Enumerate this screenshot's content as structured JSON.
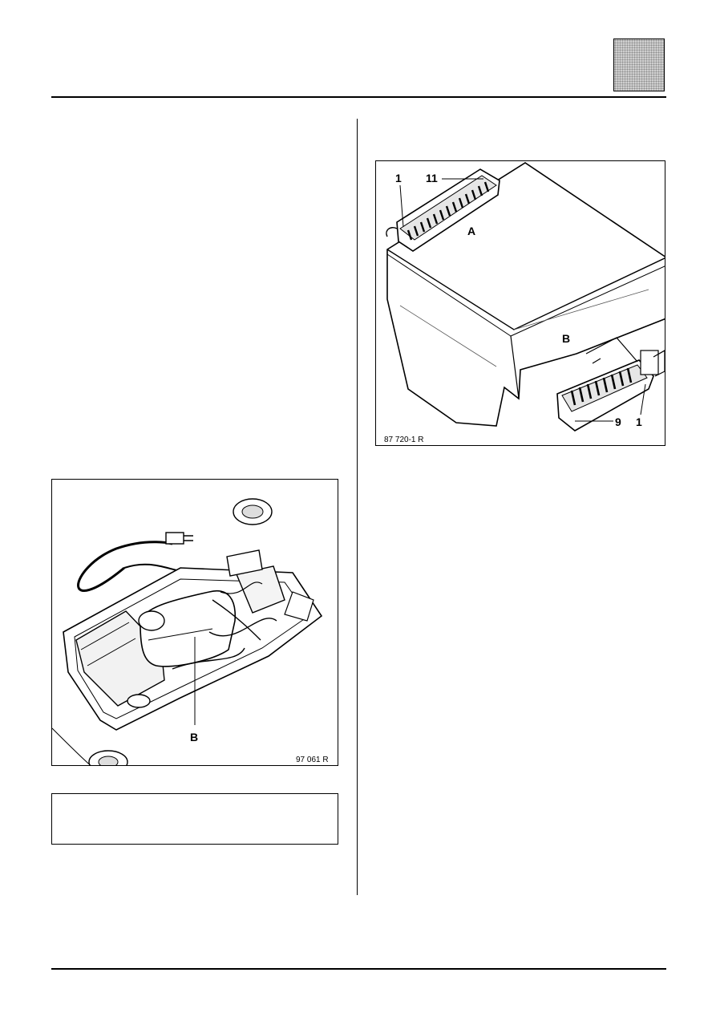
{
  "figure_ecu": {
    "ref_code": "87 720-1 R",
    "callouts": {
      "pin_1_top": "1",
      "pin_11": "11",
      "connector_a": "A",
      "connector_b": "B",
      "pin_9": "9",
      "pin_1_bottom": "1"
    }
  },
  "figure_tray": {
    "ref_code": "97 061 R",
    "callouts": {
      "component_b": "B"
    }
  },
  "note": {
    "text": ""
  }
}
